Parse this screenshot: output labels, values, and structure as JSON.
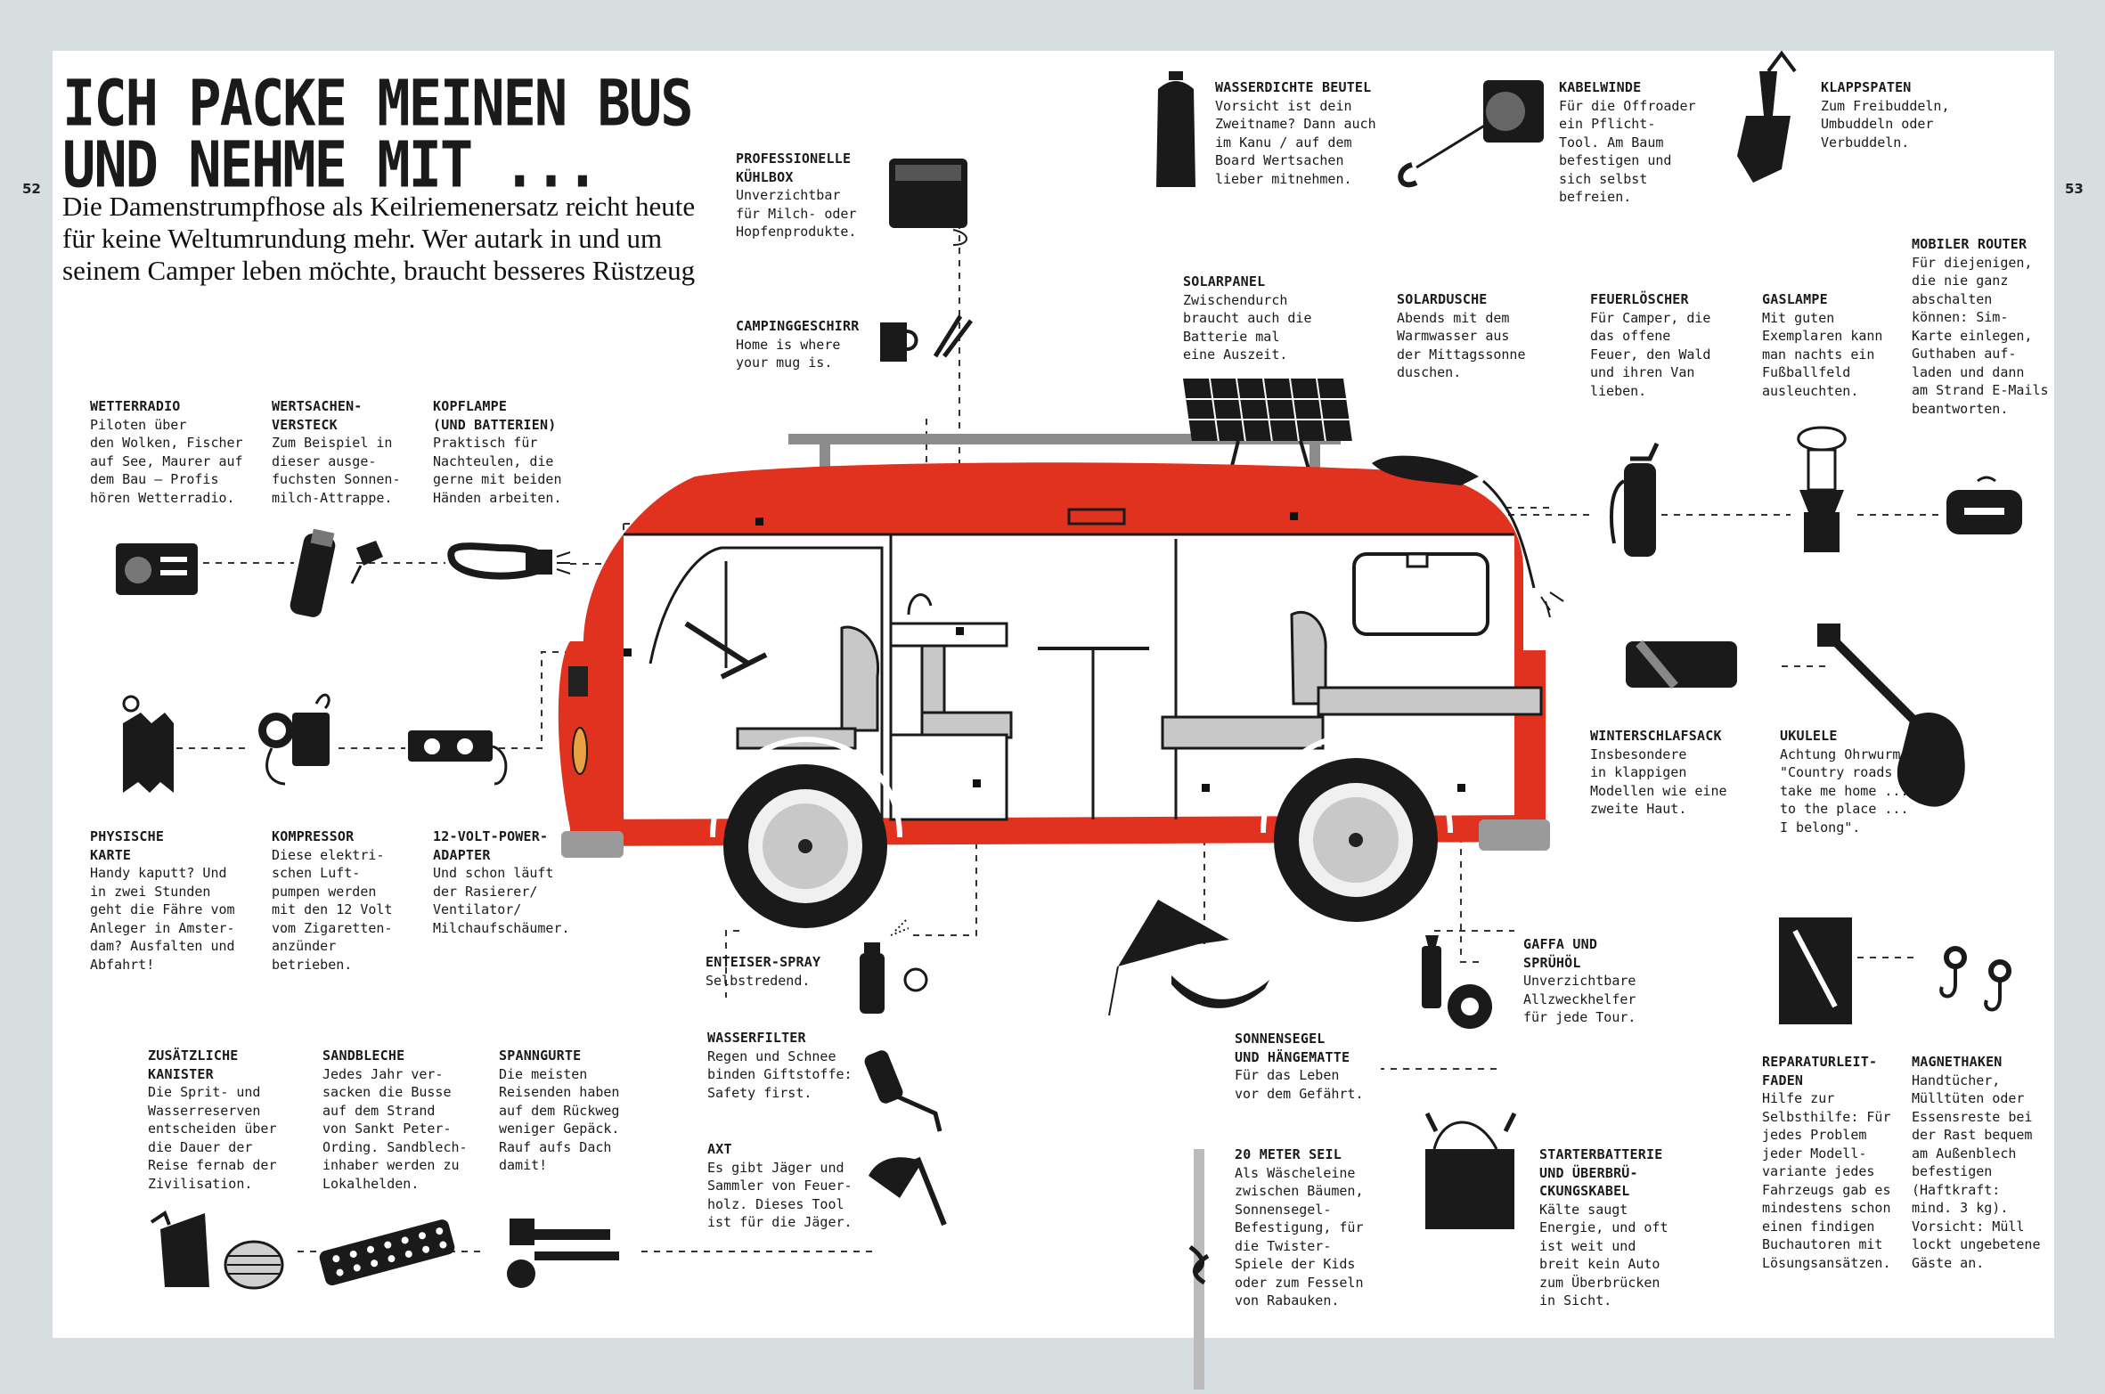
{
  "page_numbers": {
    "left": "52",
    "right": "53"
  },
  "headline": "ICH PACKE MEINEN BUS\nUND NEHME MIT ...",
  "intro": "Die Damenstrumpfhose als Keilriemenersatz reicht heute für keine Weltumrundung mehr. Wer autark in und um seinem Camper leben möchte, braucht besseres Rüstzeug",
  "items": [
    {
      "id": "kuehlbox",
      "title": "PROFESSIONELLE\nKÜHLBOX",
      "text": "Unverzichtbar\nfür Milch- oder\nHopfenprodukte."
    },
    {
      "id": "geschirr",
      "title": "CAMPINGGESCHIRR",
      "text": "Home is where\nyour mug is."
    },
    {
      "id": "beutel",
      "title": "WASSERDICHTE BEUTEL",
      "text": "Vorsicht ist dein\nZweitname? Dann auch\nim Kanu / auf dem\nBoard Wertsachen\nlieber mitnehmen."
    },
    {
      "id": "kabelwinde",
      "title": "KABELWINDE",
      "text": "Für die Offroader\nein Pflicht-\nTool. Am Baum\nbefestigen und\nsich selbst\nbefreien."
    },
    {
      "id": "klappspaten",
      "title": "KLAPPSPATEN",
      "text": "Zum Freibuddeln,\nUmbuddeln oder\nVerbuddeln."
    },
    {
      "id": "router",
      "title": "MOBILER ROUTER",
      "text": "Für diejenigen,\ndie nie ganz\nabschalten\nkönnen: Sim-\nKarte einlegen,\nGuthaben auf-\nladen und dann\nam Strand E-Mails\nbeantworten."
    },
    {
      "id": "solarpanel",
      "title": "SOLARPANEL",
      "text": "Zwischendurch\nbraucht auch die\nBatterie mal\neine Auszeit."
    },
    {
      "id": "solardusche",
      "title": "SOLARDUSCHE",
      "text": "Abends mit dem\nWarmwasser aus\nder Mittagssonne\nduschen."
    },
    {
      "id": "feuerloescher",
      "title": "FEUERLÖSCHER",
      "text": "Für Camper, die\ndas offene\nFeuer, den Wald\nund ihren Van\nlieben."
    },
    {
      "id": "gaslampe",
      "title": "GASLAMPE",
      "text": "Mit guten\nExemplaren kann\nman nachts ein\nFußballfeld\nausleuchten."
    },
    {
      "id": "wetterradio",
      "title": "WETTERRADIO",
      "text": "Piloten über\nden Wolken, Fischer\nauf See, Maurer auf\ndem Bau – Profis\nhören Wetterradio."
    },
    {
      "id": "versteck",
      "title": "WERTSACHEN-\nVERSTECK",
      "text": "Zum Beispiel in\ndieser ausge-\nfuchsten Sonnen-\nmilch-Attrappe."
    },
    {
      "id": "kopflampe",
      "title": "KOPFLAMPE\n(UND BATTERIEN)",
      "text": "Praktisch für\nNachteulen, die\ngerne mit beiden\nHänden arbeiten."
    },
    {
      "id": "karte",
      "title": "PHYSISCHE\nKARTE",
      "text": "Handy kaputt? Und\nin zwei Stunden\ngeht die Fähre vom\nAnleger in Amster-\ndam? Ausfalten und\nAbfahrt!"
    },
    {
      "id": "kompressor",
      "title": "KOMPRESSOR",
      "text": "Diese elektri-\nschen Luft-\npumpen werden\nmit den 12 Volt\nvom Zigaretten-\nanzünder\nbetrieben."
    },
    {
      "id": "adapter",
      "title": "12-VOLT-POWER-\nADAPTER",
      "text": "Und schon läuft\nder Rasierer/\nVentilator/\nMilchaufschäumer."
    },
    {
      "id": "schlafsack",
      "title": "WINTERSCHLAFSACK",
      "text": "Insbesondere\nin klappigen\nModellen wie eine\nzweite Haut."
    },
    {
      "id": "ukulele",
      "title": "UKULELE",
      "text": "Achtung Ohrwurm:\n\"Country roads ...\ntake me home ...\nto the place ...\nI belong\"."
    },
    {
      "id": "enteiser",
      "title": "ENTEISER-SPRAY",
      "text": "Selbstredend."
    },
    {
      "id": "gaffa",
      "title": "GAFFA UND\nSPRÜHÖL",
      "text": "Unverzichtbare\nAllzweckhelfer\nfür jede Tour."
    },
    {
      "id": "wasserfilter",
      "title": "WASSERFILTER",
      "text": "Regen und Schnee\nbinden Giftstoffe:\nSafety first."
    },
    {
      "id": "axt",
      "title": "AXT",
      "text": "Es gibt Jäger und\nSammler von Feuer-\nholz. Dieses Tool\nist für die Jäger."
    },
    {
      "id": "sonnensegel",
      "title": "SONNENSEGEL\nUND HÄNGEMATTE",
      "text": "Für das Leben\nvor dem Gefährt."
    },
    {
      "id": "seil",
      "title": "20 METER SEIL",
      "text": "Als Wäscheleine\nzwischen Bäumen,\nSonnensegel-\nBefestigung, für\ndie Twister-\nSpiele der Kids\noder zum Fesseln\nvon Rabauken."
    },
    {
      "id": "starter",
      "title": "STARTERBATTERIE\nUND ÜBERBRÜ-\nCKUNGSKABEL",
      "text": "Kälte saugt\nEnergie, und oft\nist weit und\nbreit kein Auto\nzum Überbrücken\nin Sicht."
    },
    {
      "id": "reparatur",
      "title": "REPARATURLEIT-\nFADEN",
      "text": "Hilfe zur\nSelbsthilfe: Für\njedes Problem\njeder Modell-\nvariante jedes\nFahrzeugs gab es\nmindestens schon\neinen findigen\nBuchautoren mit\nLösungsansätzen."
    },
    {
      "id": "magnethaken",
      "title": "MAGNETHAKEN",
      "text": "Handtücher,\nMülltüten oder\nEssensreste bei\nder Rast bequem\nam Außenblech\nbefestigen\n(Haftkraft:\nmind. 3 kg).\nVorsicht: Müll\nlockt ungebetene\nGäste an."
    },
    {
      "id": "kanister",
      "title": "ZUSÄTZLICHE\nKANISTER",
      "text": "Die Sprit- und\nWasserreserven\nentscheiden über\ndie Dauer der\nReise fernab der\nZivilisation."
    },
    {
      "id": "sandbleche",
      "title": "SANDBLECHE",
      "text": "Jedes Jahr ver-\nsacken die Busse\nauf dem Strand\nvon Sankt Peter-\nOrding. Sandblech-\ninhaber werden zu\nLokalhelden."
    },
    {
      "id": "spanngurte",
      "title": "SPANNGURTE",
      "text": "Die meisten\nReisenden haben\nauf dem Rückweg\nweniger Gepäck.\nRauf aufs Dach\ndamit!"
    }
  ],
  "colors": {
    "bus_red": "#e0321f",
    "ink": "#1a1a1a",
    "page_bg": "#d6dee0",
    "paper": "#ffffff"
  }
}
